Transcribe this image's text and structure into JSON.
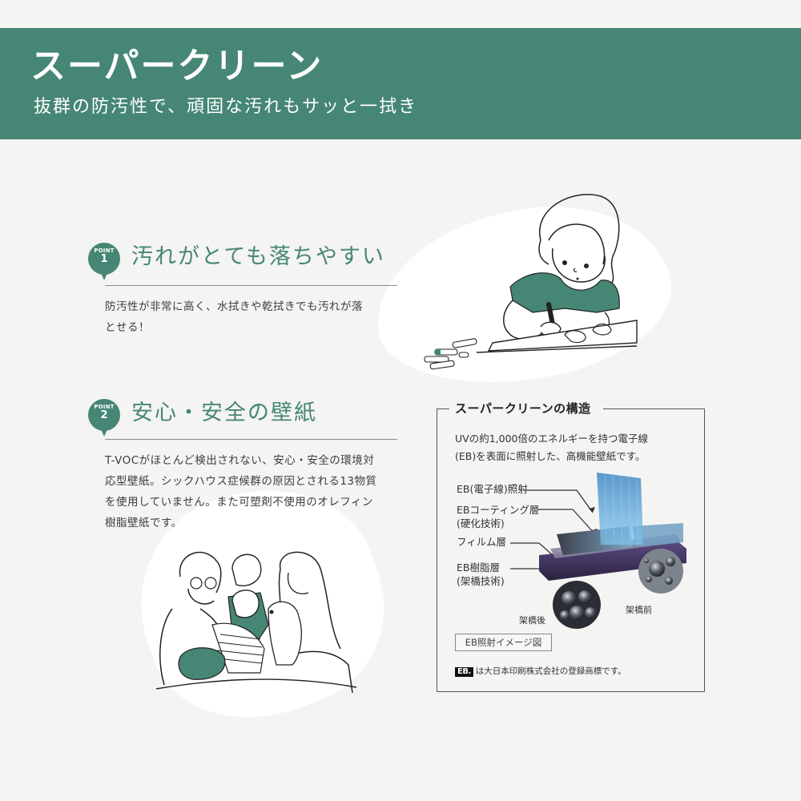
{
  "header": {
    "title": "スーパークリーン",
    "subtitle": "抜群の防汚性で、頑固な汚れもサッと一拭き",
    "background_color": "#468674"
  },
  "points": [
    {
      "badge_label": "POINT",
      "badge_number": "1",
      "title": "汚れがとても落ちやすい",
      "body_lines": [
        "防汚性が非常に高く、水拭きや乾拭きでも汚れが落",
        "とせる！"
      ]
    },
    {
      "badge_label": "POINT",
      "badge_number": "2",
      "title": "安心・安全の壁紙",
      "body_lines": [
        "T-VOCがほとんど検出されない、安心・安全の環境対",
        "応型壁紙。シックハウス症候群の原因とされる13物質",
        "を使用していません。また可塑剤不使用のオレフィン",
        "樹脂壁紙です。"
      ]
    }
  ],
  "structure": {
    "title": "スーパークリーンの構造",
    "description_lines": [
      "UVの約1,000倍のエネルギーを持つ電子線",
      "(EB)を表面に照射した、高機能壁紙です。"
    ],
    "layers": [
      {
        "label": "EB(電子線)照射"
      },
      {
        "label": "EBコーティング層",
        "sub": "(硬化技術)"
      },
      {
        "label": "フィルム層"
      },
      {
        "label": "EB樹脂層",
        "sub": "(架橋技術)"
      }
    ],
    "circle_labels": {
      "after": "架橋後",
      "before": "架橋前"
    },
    "image_caption": "EB照射イメージ図",
    "trademark_logo": "EB.",
    "trademark_text": "は大日本印刷株式会社の登録商標です。"
  },
  "illustrations": {
    "point1": "child-drawing-with-crayons",
    "point2": "family-with-dog"
  },
  "colors": {
    "accent": "#468674",
    "background": "#f4f4f2",
    "text": "#3c3c3c"
  }
}
